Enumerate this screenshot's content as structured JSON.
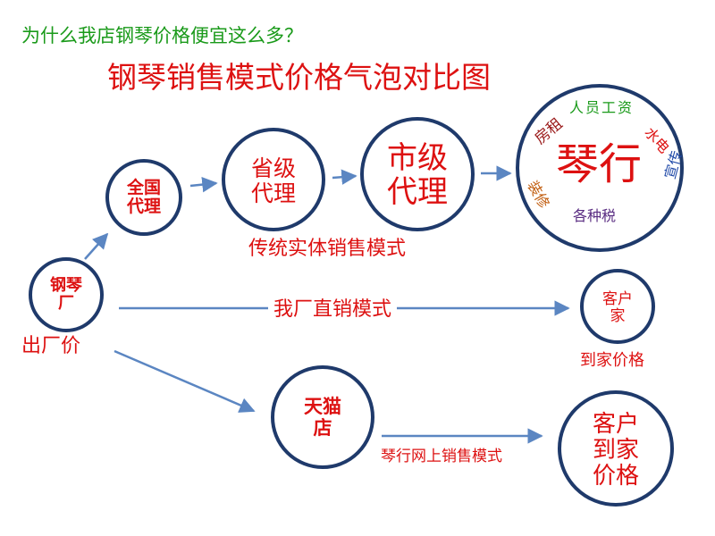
{
  "header": {
    "question": "为什么我店钢琴价格便宜这么多？",
    "title": "钢琴销售模式价格气泡对比图"
  },
  "colors": {
    "green": "#1a9a1a",
    "red": "#dd1111",
    "navy": "#1f3a6b",
    "arrow": "#5b86c2",
    "purple": "#5a2d82",
    "blue": "#1f49a8",
    "orange": "#c05a0a",
    "darkred": "#9a1a1a"
  },
  "nodes": {
    "factory": {
      "label": "钢琴厂",
      "price": "出厂价"
    },
    "national": {
      "label": "全国代理"
    },
    "provincial": {
      "label": "省级代理"
    },
    "city": {
      "label": "市级代理"
    },
    "store": {
      "label": "琴行",
      "costs": {
        "staff": "人员工资",
        "rent": "房租",
        "utilities": "水电",
        "decor": "装修",
        "ads": "宣传",
        "taxes": "各种税"
      }
    },
    "customer_direct": {
      "label": "客户家",
      "price": "到家价格"
    },
    "tmall": {
      "label": "天猫店"
    },
    "customer_online": {
      "label": "客户到家价格"
    }
  },
  "modes": {
    "traditional": "传统实体销售模式",
    "direct": "我厂直销模式",
    "online": "琴行网上销售模式"
  }
}
